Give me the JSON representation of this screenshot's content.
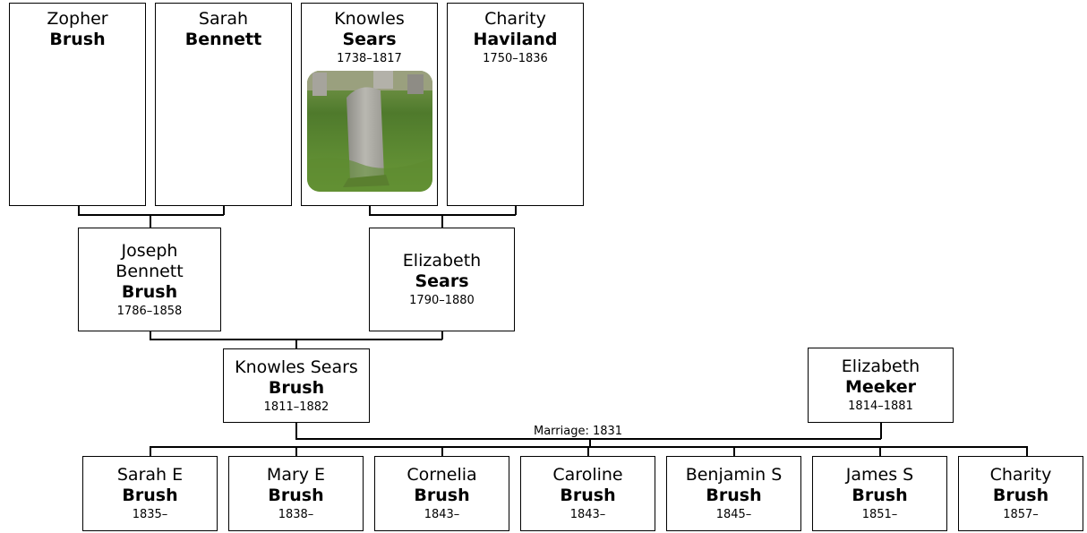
{
  "people": {
    "zopher": {
      "first": "Zopher",
      "last": "Brush",
      "dates": ""
    },
    "sarah_bennett": {
      "first": "Sarah",
      "last": "Bennett",
      "dates": ""
    },
    "knowles_sears": {
      "first": "Knowles",
      "last": "Sears",
      "dates": "1738–1817"
    },
    "charity_haviland": {
      "first": "Charity",
      "last": "Haviland",
      "dates": "1750–1836"
    },
    "joseph": {
      "first1": "Joseph",
      "first2": "Bennett",
      "last": "Brush",
      "dates": "1786–1858"
    },
    "elizabeth_sears": {
      "first": "Elizabeth",
      "last": "Sears",
      "dates": "1790–1880"
    },
    "knowles_brush": {
      "first": "Knowles Sears",
      "last": "Brush",
      "dates": "1811–1882"
    },
    "elizabeth_meeker": {
      "first": "Elizabeth",
      "last": "Meeker",
      "dates": "1814–1881"
    }
  },
  "marriage_label": "Marriage: 1831",
  "children": [
    {
      "first": "Sarah E",
      "last": "Brush",
      "dates": "1835–"
    },
    {
      "first": "Mary E",
      "last": "Brush",
      "dates": "1838–"
    },
    {
      "first": "Cornelia",
      "last": "Brush",
      "dates": "1843–"
    },
    {
      "first": "Caroline",
      "last": "Brush",
      "dates": "1843–"
    },
    {
      "first": "Benjamin S",
      "last": "Brush",
      "dates": "1845–"
    },
    {
      "first": "James S",
      "last": "Brush",
      "dates": "1851–"
    },
    {
      "first": "Charity",
      "last": "Brush",
      "dates": "1857–"
    }
  ],
  "photo": {
    "name": "headstone-photo"
  }
}
